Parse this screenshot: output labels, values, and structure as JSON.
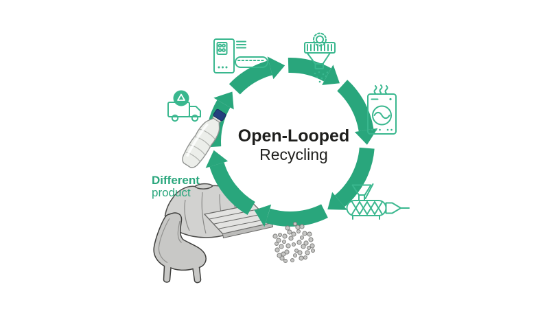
{
  "diagram": {
    "title_line1": "Open-Looped",
    "title_line2": "Recycling",
    "product_label_line1": "Different",
    "product_label_line2": "product"
  },
  "colors": {
    "ring_green": "#29a67c",
    "icon_green": "#39b78e",
    "label_green": "#29a67c",
    "title_black": "#1e1e1c"
  },
  "cycle_icons": [
    "plastic-bottle-image",
    "recycling-collection-truck-icon",
    "sorting-machine-icon",
    "shredder-grinder-icon",
    "washing-machine-icon",
    "extruder-icon",
    "plastic-pellets-image",
    "different-product-image"
  ],
  "arrow_segment_count": 7
}
